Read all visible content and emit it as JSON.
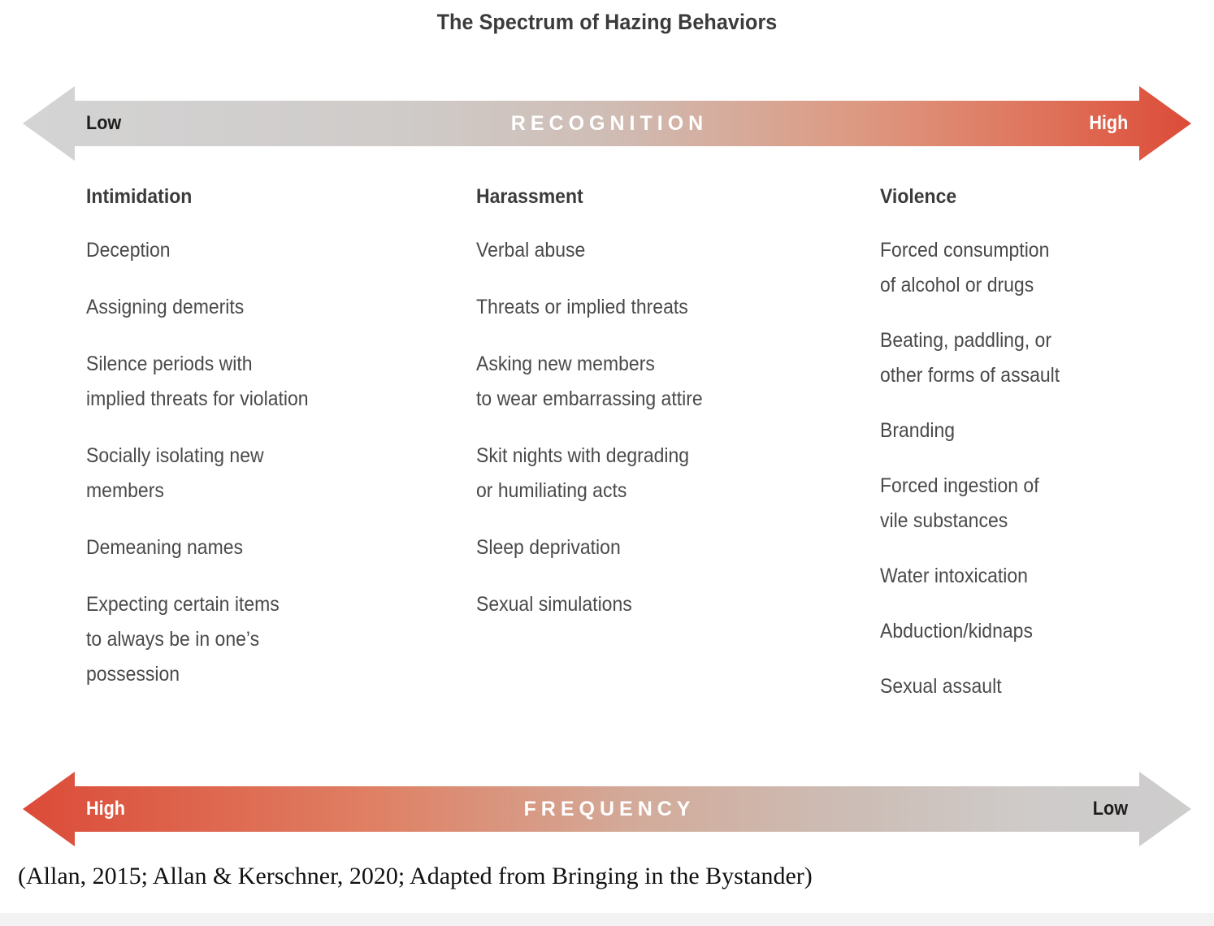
{
  "title": "The Spectrum of Hazing Behaviors",
  "colors": {
    "gray": "#d4d4d4",
    "gray_mid": "#cfcccb",
    "tan": "#cdbab3",
    "orange": "#e0806a",
    "red": "#dc4b38",
    "text_dark": "#3b3b3b",
    "text_body": "#4a4a4a",
    "label_light": "#ffffff"
  },
  "top_arrow": {
    "name": "recognition-axis",
    "center_label": "RECOGNITION",
    "left_label": "Low",
    "right_label": "High",
    "left_label_color": "#1d1d1d",
    "right_label_color": "#ffffff",
    "direction": "double",
    "gradient_from": "#d4d4d4",
    "gradient_to": "#dc4b38"
  },
  "bottom_arrow": {
    "name": "frequency-axis",
    "center_label": "FREQUENCY",
    "left_label": "High",
    "right_label": "Low",
    "left_label_color": "#ffffff",
    "right_label_color": "#1d1d1d",
    "direction": "double",
    "gradient_from": "#dc4b38",
    "gradient_to": "#d4d4d4"
  },
  "columns": [
    {
      "heading": "Intimidation",
      "items": [
        "Deception",
        "Assigning demerits",
        "Silence periods with\nimplied threats for violation",
        "Socially isolating new\nmembers",
        "Demeaning names",
        "Expecting certain items\nto always be in one’s\npossession"
      ]
    },
    {
      "heading": "Harassment",
      "items": [
        "Verbal abuse",
        "Threats or implied threats",
        "Asking new members\nto wear embarrassing attire",
        "Skit nights with degrading\nor humiliating acts",
        "Sleep deprivation",
        "Sexual simulations"
      ]
    },
    {
      "heading": "Violence",
      "items": [
        "Forced consumption\nof alcohol or drugs",
        "Beating, paddling, or\nother forms of assault",
        "Branding",
        "Forced ingestion of\nvile substances",
        "Water intoxication",
        "Abduction/kidnaps",
        "Sexual assault"
      ]
    }
  ],
  "caption": "(Allan, 2015; Allan & Kerschner, 2020; Adapted from Bringing in the Bystander)"
}
